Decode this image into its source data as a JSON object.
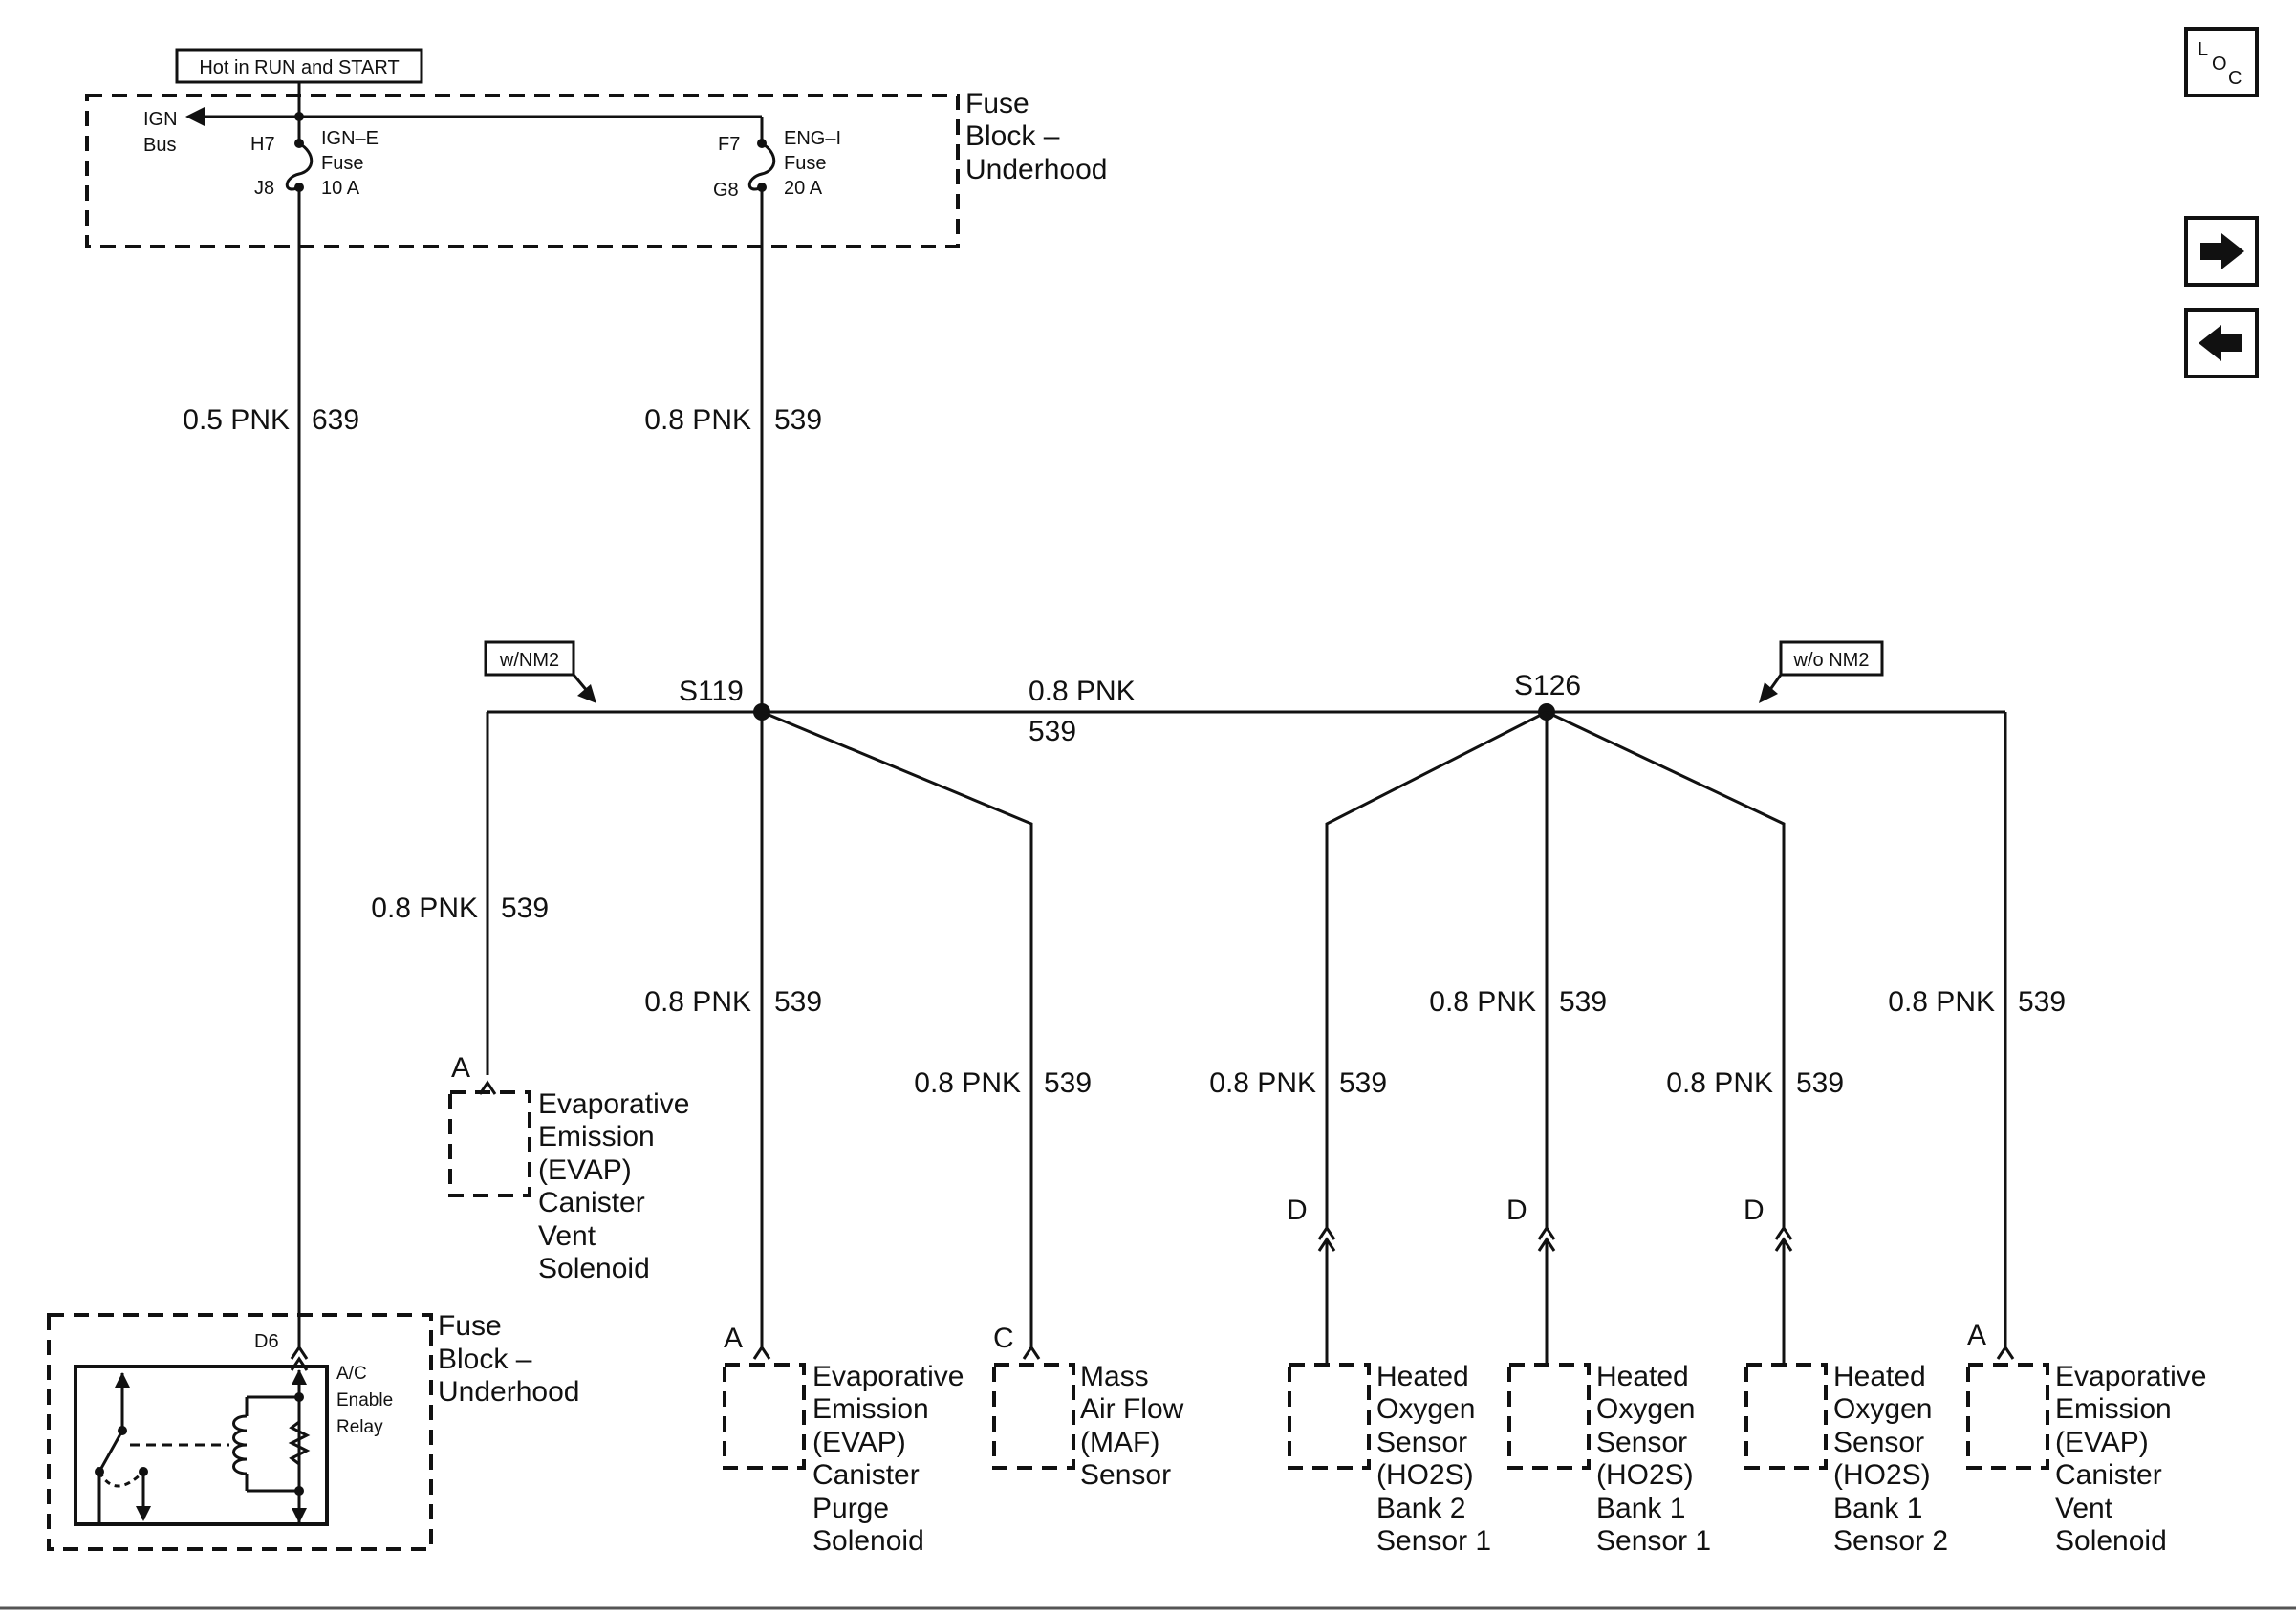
{
  "header": {
    "hot_label": "Hot in RUN and START",
    "ign_bus_1": "IGN",
    "ign_bus_2": "Bus"
  },
  "fuse_block_top": {
    "title_1": "Fuse",
    "title_2": "Block –",
    "title_3": "Underhood",
    "fuse_ign": {
      "pin_in": "H7",
      "pin_out": "J8",
      "name_1": "IGN–E",
      "name_2": "Fuse",
      "rating": "10 A"
    },
    "fuse_eng": {
      "pin_in": "F7",
      "pin_out": "G8",
      "name_1": "ENG–I",
      "name_2": "Fuse",
      "rating": "20 A"
    }
  },
  "fuse_block_bottom": {
    "title_1": "Fuse",
    "title_2": "Block –",
    "title_3": "Underhood",
    "pin": "D6",
    "relay_1": "A/C",
    "relay_2": "Enable",
    "relay_3": "Relay"
  },
  "wires": {
    "w639_size": "0.5 PNK",
    "w639_circuit": "639",
    "w539_main_size": "0.8 PNK",
    "w539_main_circuit": "539",
    "w539_span_size": "0.8 PNK",
    "w539_span_circuit": "539",
    "w539_evap_vent_left_size": "0.8 PNK",
    "w539_evap_vent_left_circuit": "539",
    "w539_purge_size": "0.8 PNK",
    "w539_purge_circuit": "539",
    "w539_maf_size": "0.8 PNK",
    "w539_maf_circuit": "539",
    "w539_ho2s_b2s1_size": "0.8 PNK",
    "w539_ho2s_b2s1_circuit": "539",
    "w539_ho2s_b1s1_size": "0.8 PNK",
    "w539_ho2s_b1s1_circuit": "539",
    "w539_ho2s_b1s2_size": "0.8 PNK",
    "w539_ho2s_b1s2_circuit": "539",
    "w539_evap_vent_right_size": "0.8 PNK",
    "w539_evap_vent_right_circuit": "539"
  },
  "splices": {
    "s119": "S119",
    "s126": "S126"
  },
  "options": {
    "with_nm2": "w/NM2",
    "without_nm2": "w/o NM2"
  },
  "components": {
    "evap_vent_left": {
      "pin": "A",
      "lines": [
        "Evaporative",
        "Emission",
        "(EVAP)",
        "Canister",
        "Vent",
        "Solenoid"
      ]
    },
    "evap_purge": {
      "pin": "A",
      "lines": [
        "Evaporative",
        "Emission",
        "(EVAP)",
        "Canister",
        "Purge",
        "Solenoid"
      ]
    },
    "maf": {
      "pin": "C",
      "lines": [
        "Mass",
        "Air Flow",
        "(MAF)",
        "Sensor"
      ]
    },
    "ho2s_b2s1": {
      "pin": "D",
      "lines": [
        "Heated",
        "Oxygen",
        "Sensor",
        "(HO2S)",
        "Bank 2",
        "Sensor 1"
      ]
    },
    "ho2s_b1s1": {
      "pin": "D",
      "lines": [
        "Heated",
        "Oxygen",
        "Sensor",
        "(HO2S)",
        "Bank 1",
        "Sensor 1"
      ]
    },
    "ho2s_b1s2": {
      "pin": "D",
      "lines": [
        "Heated",
        "Oxygen",
        "Sensor",
        "(HO2S)",
        "Bank 1",
        "Sensor 2"
      ]
    },
    "evap_vent_right": {
      "pin": "A",
      "lines": [
        "Evaporative",
        "Emission",
        "(EVAP)",
        "Canister",
        "Vent",
        "Solenoid"
      ]
    }
  },
  "nav": {
    "loc_l": "L",
    "loc_o": "O",
    "loc_c": "C",
    "next_icon": "arrow-right-icon",
    "prev_icon": "arrow-left-icon"
  }
}
